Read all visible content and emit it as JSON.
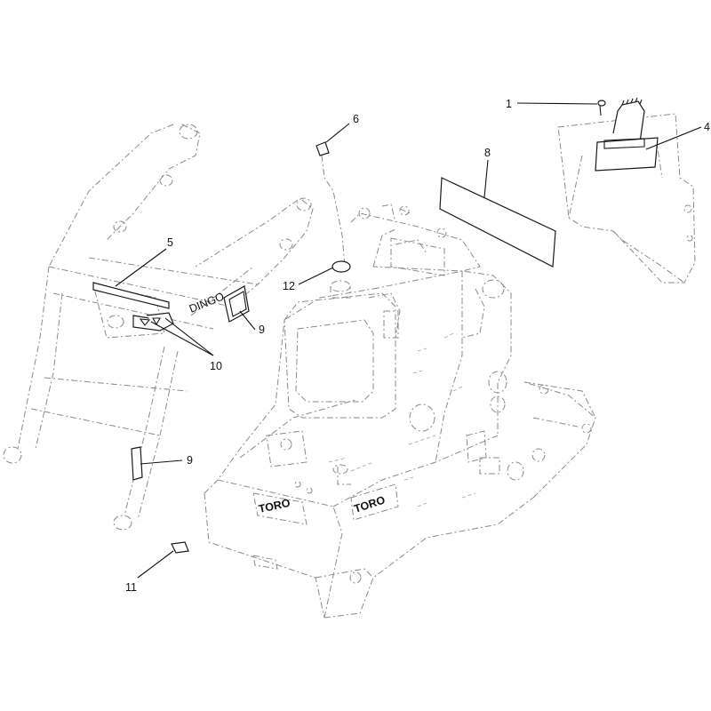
{
  "callouts": [
    {
      "id": "c1",
      "label": "1"
    },
    {
      "id": "c4",
      "label": "4"
    },
    {
      "id": "c5",
      "label": "5"
    },
    {
      "id": "c6",
      "label": "6"
    },
    {
      "id": "c8",
      "label": "8"
    },
    {
      "id": "c9a",
      "label": "9"
    },
    {
      "id": "c9b",
      "label": "9"
    },
    {
      "id": "c10",
      "label": "10"
    },
    {
      "id": "c11",
      "label": "11"
    },
    {
      "id": "c12",
      "label": "12"
    }
  ],
  "decal_text": {
    "brand_front": "TORO",
    "brand_side": "TORO",
    "arm_script": "DINGO"
  },
  "colors": {
    "line": "#1a1a1a",
    "ghost": "#8a8a8a",
    "background": "#ffffff"
  }
}
